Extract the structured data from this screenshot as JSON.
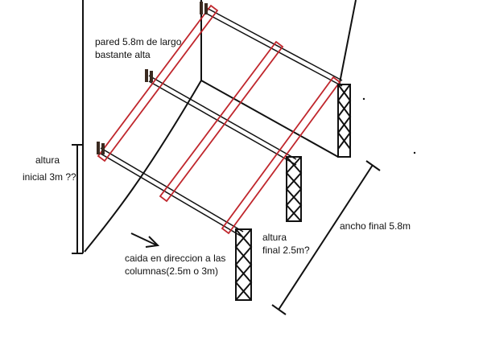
{
  "labels": {
    "wall_line1": "pared 5.8m de largo",
    "wall_line2": "bastante alta",
    "initial_height_line1": "altura",
    "initial_height_line2": "inicial 3m ??",
    "slope_line1": "caida en direccion a las",
    "slope_line2": "columnas(2.5m o 3m)",
    "final_height_line1": "altura",
    "final_height_line2": "final 2.5m?",
    "final_width": "ancho final 5.8m"
  },
  "colors": {
    "ink": "#111111",
    "rafter": "#c0272d",
    "bracket": "#3a2a20"
  }
}
